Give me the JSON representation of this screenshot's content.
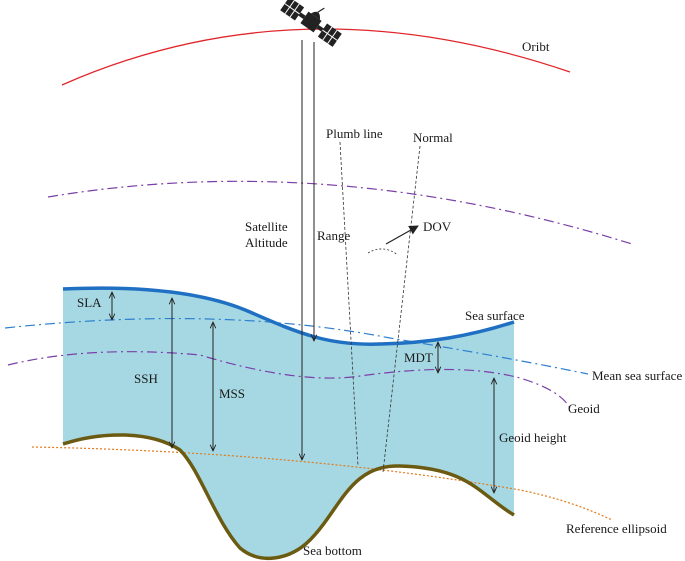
{
  "labels": {
    "orbit": "Oribt",
    "plumb_line": "Plumb line",
    "normal": "Normal",
    "satellite_altitude_line1": "Satellite",
    "satellite_altitude_line2": "Altitude",
    "range": "Range",
    "dov": "DOV",
    "sla": "SLA",
    "sea_surface": "Sea surface",
    "mdt": "MDT",
    "mean_sea_surface": "Mean sea surface",
    "ssh": "SSH",
    "mss": "MSS",
    "geoid": "Geoid",
    "geoid_height": "Geoid height",
    "reference_ellipsoid": "Reference ellipsoid",
    "sea_bottom": "Sea bottom"
  },
  "colors": {
    "orbit": "#e0262b",
    "upper_dashdot": "#7a3fa8",
    "ocean_fill": "#a6d8e3",
    "sea_surface": "#1f6fc2",
    "mean_sea_surface": "#2e7fcf",
    "geoid": "#7a3fa8",
    "sea_bottom": "#6b5a12",
    "reference_ellipsoid": "#e07a1a",
    "arrows": "#222222",
    "satellite": "#222222"
  },
  "icons": {
    "satellite": "satellite-icon"
  }
}
